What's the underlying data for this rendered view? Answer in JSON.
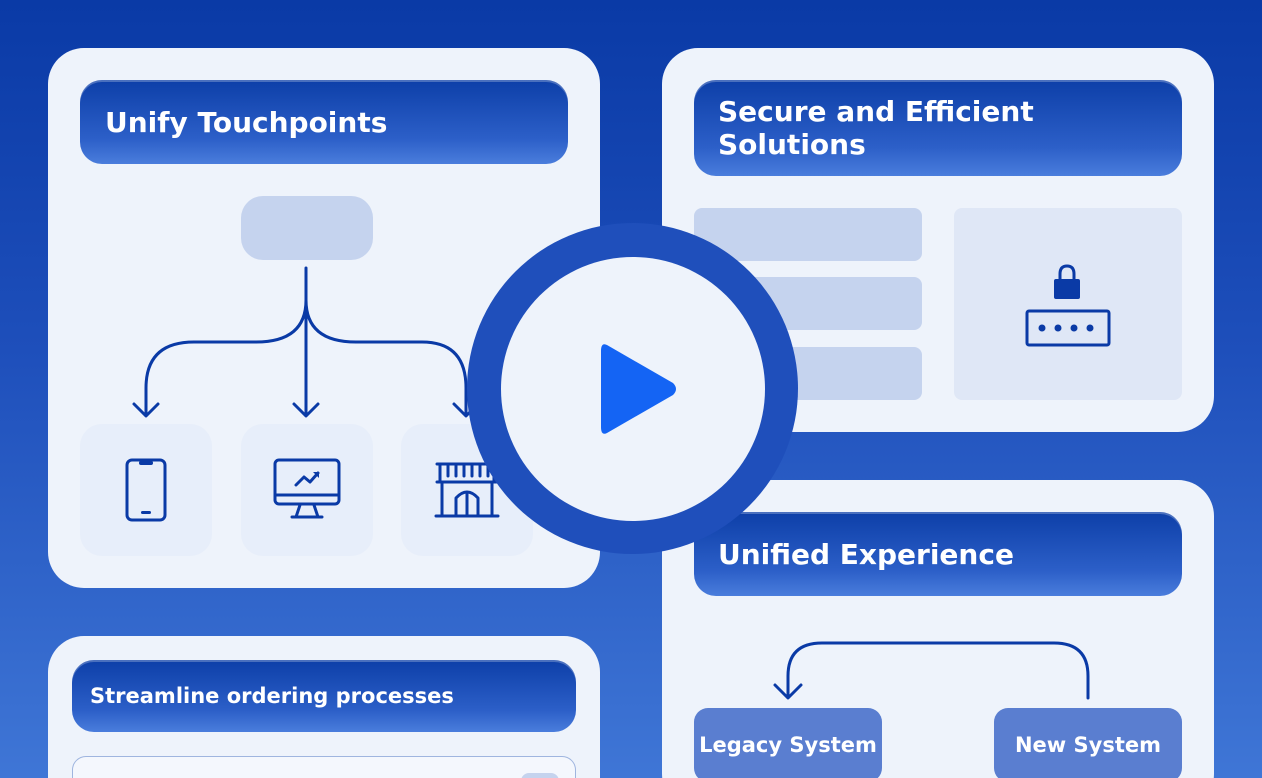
{
  "cards": {
    "unify": {
      "title": "Unify Touchpoints"
    },
    "secure": {
      "title": "Secure and Efficient Solutions"
    },
    "unified": {
      "title": "Unified Experience",
      "legacy_label": "Legacy System",
      "new_label": "New System"
    },
    "streamline": {
      "title": "Streamline ordering processes"
    }
  },
  "icons": {
    "touchpoints": [
      "mobile-phone-icon",
      "monitor-chart-icon",
      "storefront-icon"
    ],
    "secure": "lock-password-icon",
    "center": "play-icon",
    "flow": "curved-arrow-icon"
  },
  "colors": {
    "background_top": "#0a3aa6",
    "background_bottom": "#3f76d6",
    "card": "#eef3fb",
    "icon_stroke": "#0a3aa6",
    "play": "#1464f4",
    "placeholder": "#c5d3ee"
  }
}
